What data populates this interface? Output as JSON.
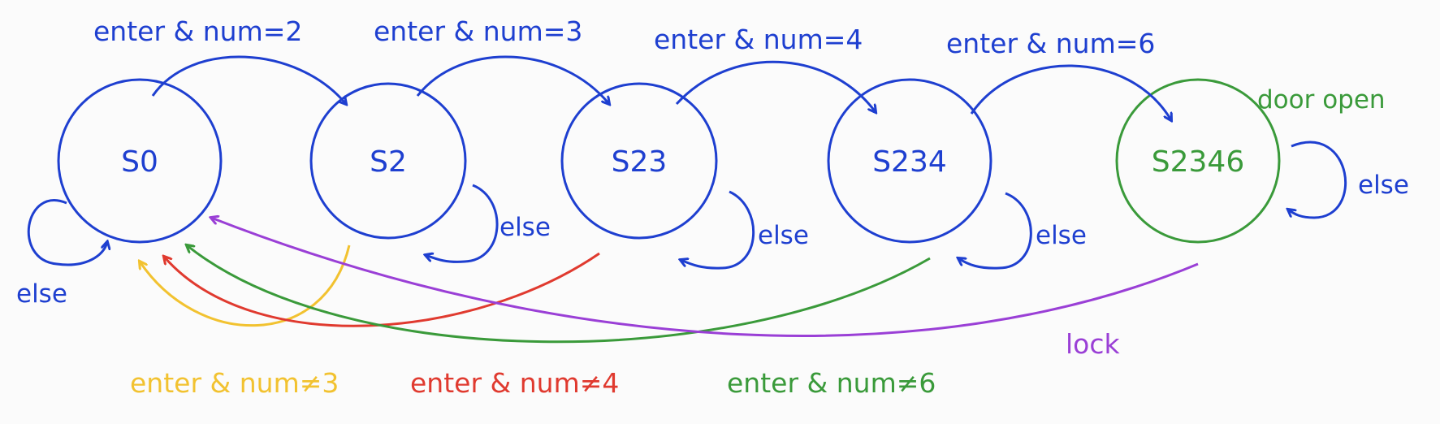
{
  "colors": {
    "background": "#fbfbfb",
    "blue": "#1e3fd0",
    "green": "#3a9a3a",
    "red": "#e03a2f",
    "yellow": "#f2c230",
    "purple": "#9a3fd6"
  },
  "states": {
    "s0": {
      "label": "S0",
      "color": "blue"
    },
    "s2": {
      "label": "S2",
      "color": "blue"
    },
    "s23": {
      "label": "S23",
      "color": "blue"
    },
    "s234": {
      "label": "S234",
      "color": "blue"
    },
    "s2346": {
      "label": "S2346",
      "color": "green"
    }
  },
  "transitions": {
    "s0_to_s2": "enter & num=2",
    "s2_to_s23": "enter & num=3",
    "s23_to_s234": "enter & num=4",
    "s234_to_s2346": "enter & num=6",
    "s2_to_s0": "enter & num≠3",
    "s23_to_s0": "enter & num≠4",
    "s234_to_s0": "enter & num≠6",
    "s2346_to_s0": "lock",
    "s0_self": "else",
    "s2_self": "else",
    "s23_self": "else",
    "s234_self": "else",
    "s2346_self": "else"
  },
  "annotations": {
    "door_open": "door open"
  }
}
